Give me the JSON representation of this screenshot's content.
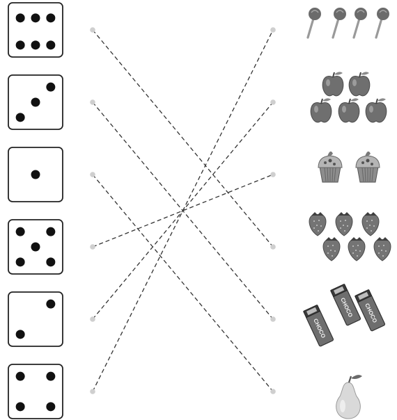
{
  "dice": [
    {
      "value": 6
    },
    {
      "value": 3
    },
    {
      "value": 1
    },
    {
      "value": 5
    },
    {
      "value": 2
    },
    {
      "value": 4
    }
  ],
  "pictures": [
    {
      "item": "lollipop",
      "count": 4
    },
    {
      "item": "apple",
      "count": 5
    },
    {
      "item": "cupcake",
      "count": 2
    },
    {
      "item": "strawberry",
      "count": 6
    },
    {
      "item": "chocolate-bar",
      "count": 3,
      "wrapper_text": "CHOCO"
    },
    {
      "item": "pear",
      "count": 1
    }
  ],
  "connections": [
    {
      "from_die": 0,
      "to_picture": 3
    },
    {
      "from_die": 1,
      "to_picture": 4
    },
    {
      "from_die": 2,
      "to_picture": 5
    },
    {
      "from_die": 3,
      "to_picture": 2
    },
    {
      "from_die": 4,
      "to_picture": 1
    },
    {
      "from_die": 5,
      "to_picture": 0
    }
  ],
  "colors": {
    "line": "#333333",
    "pip": "#111111",
    "dot": "#cfcfcf",
    "fruit": "#6f6f6f"
  }
}
